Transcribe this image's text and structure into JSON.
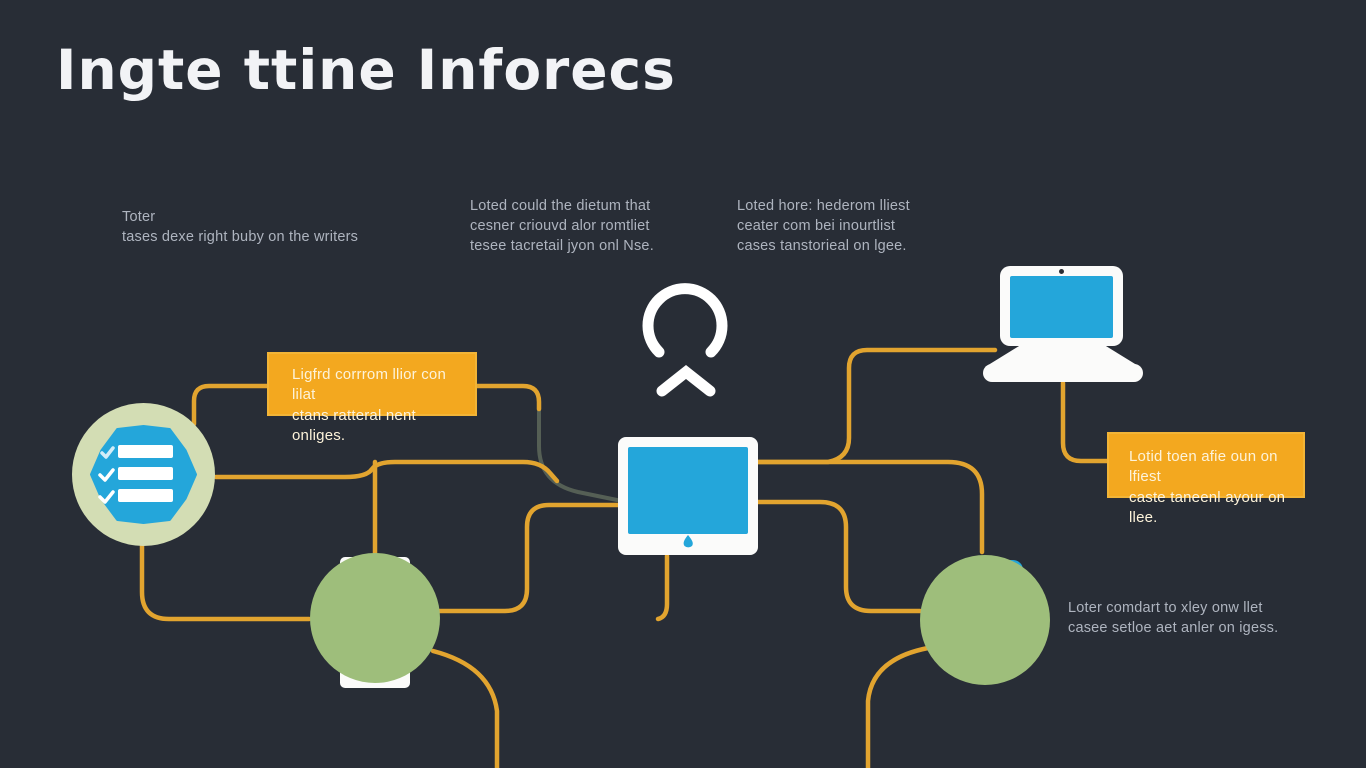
{
  "title": "Ingte ttine Inforecs",
  "colors": {
    "bg": "#282d36",
    "wire": "#e2a42f",
    "wire_gray": "#555f55",
    "orange": "#f3a81f",
    "orange_border": "#f2b437",
    "blue": "#24a6da",
    "green": "#9ebe7b",
    "ring": "#d3ddb4",
    "white": "#fbfbfa",
    "muted": "#aeb4bf",
    "box_text": "#fdf3da",
    "title": "#f2f3f6"
  },
  "notes": [
    {
      "lines": [
        "Toter",
        "tases dexe right buby on the writers"
      ]
    },
    {
      "lines": [
        "Loted could the dietum that",
        "cesner criouvd alor romtliet",
        "tesee tacretail jyon onl Nse."
      ]
    },
    {
      "lines": [
        "Loted hore: hederom lliest",
        "ceater com bei inourtlist",
        "cases tanstorieal on lgee."
      ]
    },
    {
      "lines": [
        "Loter comdart to xley onw llet",
        "casee setloe aet anler on igess."
      ]
    }
  ],
  "callouts": [
    {
      "lines": [
        "Ligfrd corrrom llior con lilat",
        "ctans ratteral nent onliges."
      ]
    },
    {
      "lines": [
        "Lotid toen afie oun on lfiest",
        "caste taneenl ayour on llee."
      ]
    }
  ],
  "icons": [
    "checklist-badge-icon",
    "computer-tower-icon",
    "monitor-icon",
    "person-icon",
    "tablet-icon",
    "laptop-icon"
  ]
}
